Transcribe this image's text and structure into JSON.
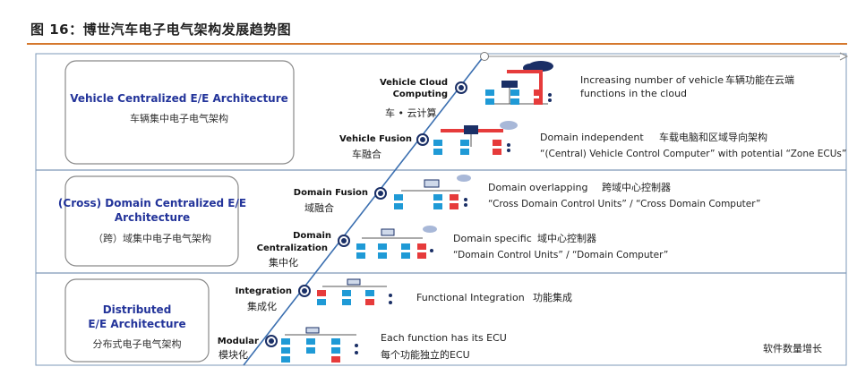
{
  "figure_title": "图 16：博世汽车电子电气架构发展趋势图",
  "categories": [
    {
      "en": "Vehicle Centralized E/E Architecture",
      "zh": "车辆集中电子电气架构"
    },
    {
      "en": "(Cross) Domain Centralized E/E",
      "en2": "Architecture",
      "zh": "（跨）域集中电子电气架构"
    },
    {
      "en": "Distributed",
      "en2": "E/E Architecture",
      "zh": "分布式电子电气架构"
    }
  ],
  "stages": [
    {
      "en": "Vehicle Cloud",
      "en2": "Computing",
      "zh": "车 • 云计算",
      "desc_en": "Increasing number of vehicle",
      "desc_en2": "functions in the cloud",
      "desc_zh": "车辆功能在云端"
    },
    {
      "en": "Vehicle Fusion",
      "zh": "车融合",
      "desc_en": "Domain independent",
      "desc_zh": "车载电脑和区域导向架构",
      "desc_en2": "“(Central) Vehicle Control Computer” with potential “Zone ECUs”"
    },
    {
      "en": "Domain Fusion",
      "zh": "域融合",
      "desc_en": "Domain overlapping",
      "desc_zh": "跨域中心控制器",
      "desc_en2": "“Cross Domain Control Units” / “Cross Domain Computer”"
    },
    {
      "en": "Domain",
      "en2": "Centralization",
      "zh": "集中化",
      "desc_en": "Domain specific",
      "desc_zh": "域中心控制器",
      "desc_en2": "“Domain Control Units” / “Domain Computer”"
    },
    {
      "en": "Integration",
      "zh": "集成化",
      "desc_en": "Functional Integration",
      "desc_zh": "功能集成"
    },
    {
      "en": "Modular",
      "zh": "模块化",
      "desc_en": "Each function has its ECU",
      "desc_zh": "每个功能独立的ECU"
    }
  ],
  "axis_label": "软件数量增长",
  "colors": {
    "accent_rule": "#d5782d",
    "frame": "#7d98b8",
    "title_blue": "#23349a",
    "node_blue": "#1f9ad6",
    "node_red": "#e63b3b",
    "node_navy": "#1a2f66"
  }
}
